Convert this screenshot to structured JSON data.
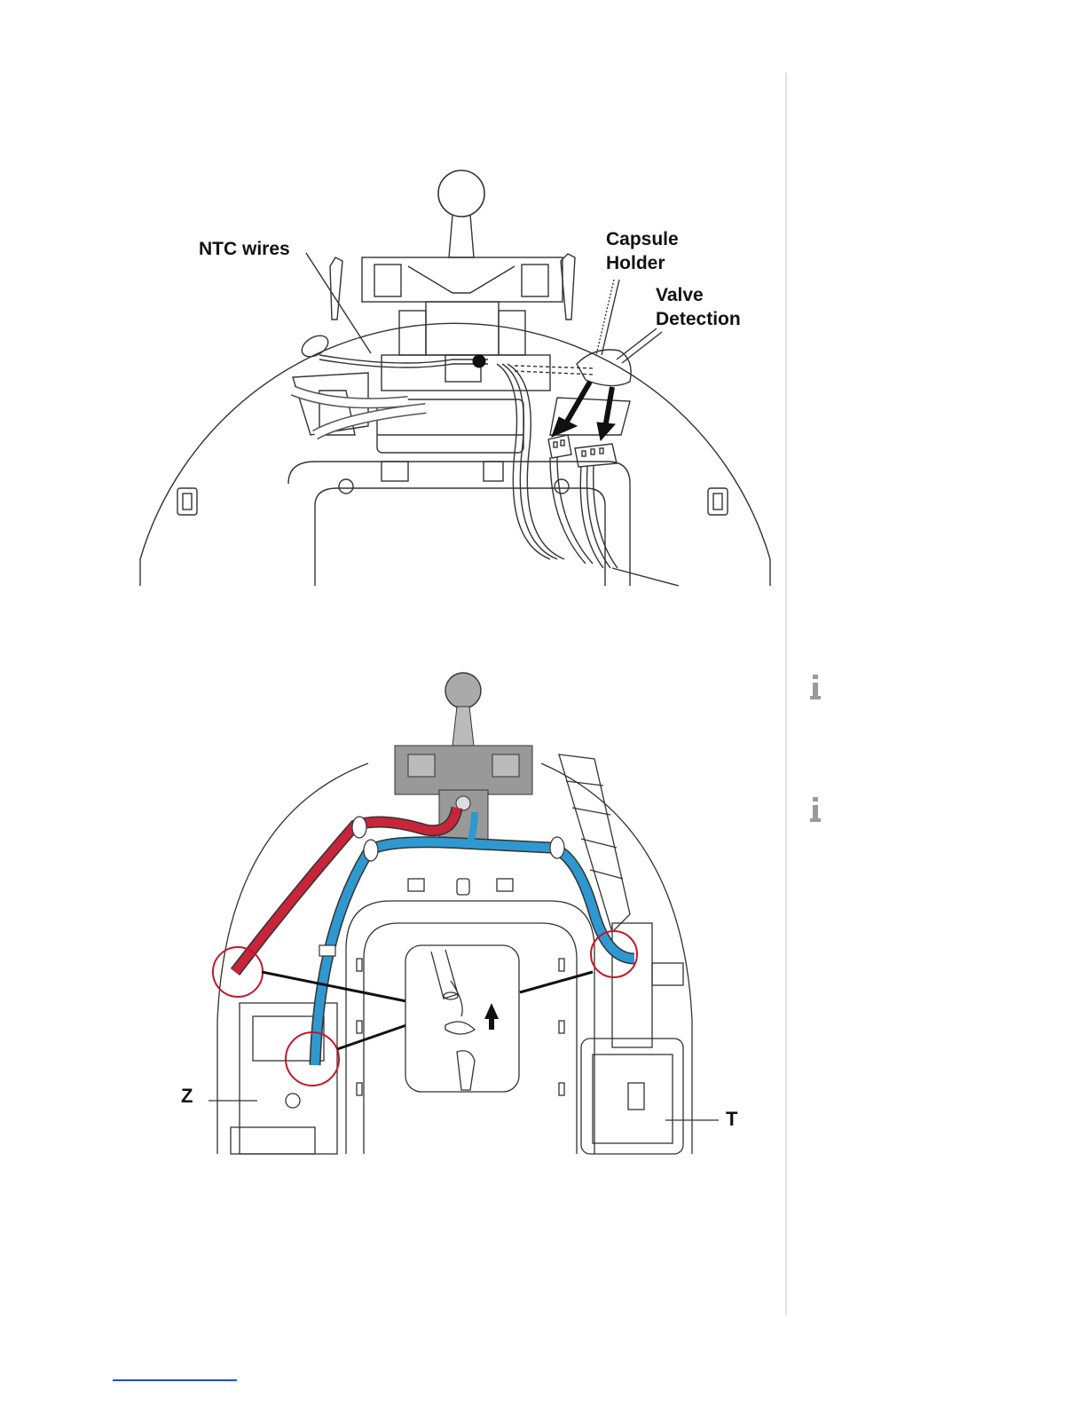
{
  "figure_top": {
    "labels": {
      "ntc": "NTC wires",
      "capsule_line1": "Capsule",
      "capsule_line2": "Holder",
      "valve_line1": "Valve",
      "valve_line2": "Detection"
    }
  },
  "figure_bottom": {
    "labels": {
      "z": "Z",
      "t": "T"
    },
    "colors": {
      "hot_pipe": "#c8243a",
      "cold_pipe": "#2f98d0",
      "circle": "#c0182c"
    }
  },
  "sidebar": {
    "icons": [
      "info-icon",
      "info-icon"
    ]
  }
}
